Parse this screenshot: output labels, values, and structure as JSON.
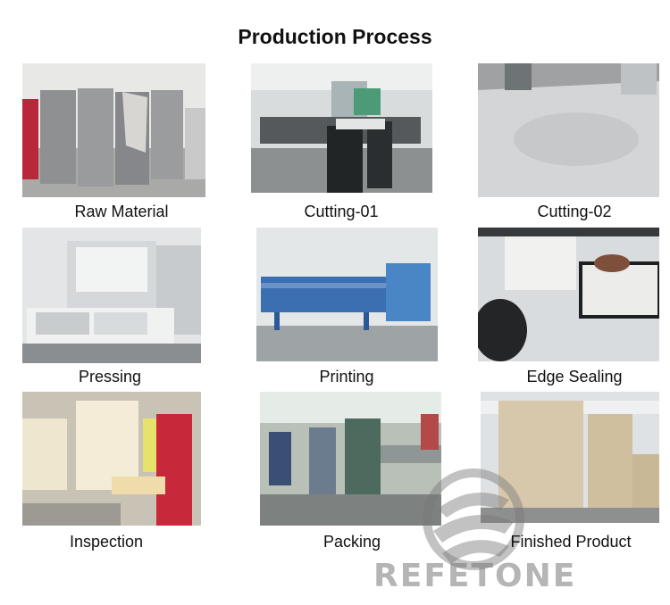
{
  "title": "Production Process",
  "steps": [
    {
      "label": "Raw Material"
    },
    {
      "label": "Cutting-01"
    },
    {
      "label": "Cutting-02"
    },
    {
      "label": "Pressing"
    },
    {
      "label": "Printing"
    },
    {
      "label": "Edge Sealing"
    },
    {
      "label": "Inspection"
    },
    {
      "label": "Packing"
    },
    {
      "label": "Finished Product"
    }
  ],
  "brand": {
    "name": "REFETONE"
  }
}
